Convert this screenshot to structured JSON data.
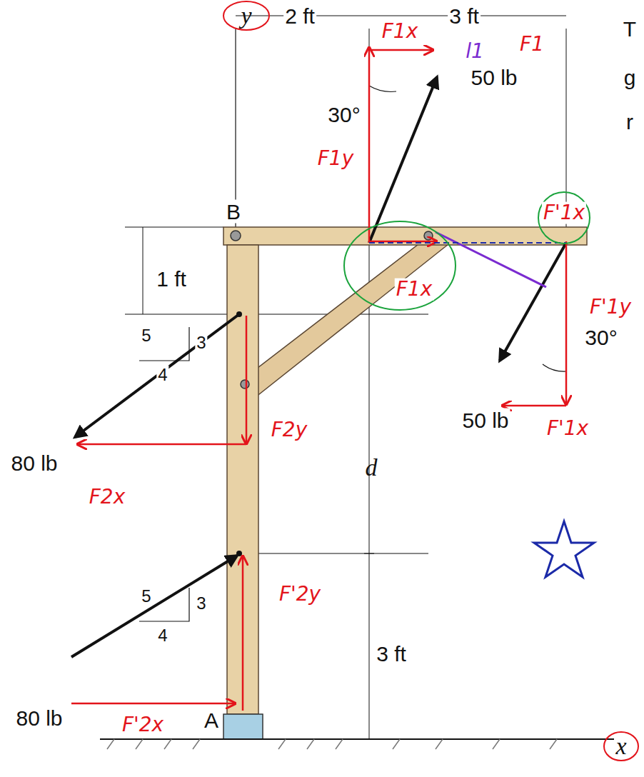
{
  "diagram": {
    "labels": [
      "y",
      "2 ft",
      "3 ft",
      "F1x",
      "F1",
      "30°",
      "50 lb",
      "l1",
      "F1y",
      "B",
      "F'1x",
      "1 ft",
      "F1x",
      "5",
      "3",
      "4",
      "F'1y",
      "30°",
      "80 lb",
      "F2x",
      "F2y",
      "d",
      "50 lb",
      "F'1x",
      "5",
      "3",
      "4",
      "F'2y",
      "3 ft",
      "80 lb",
      "F'2x",
      "A",
      "x",
      "T",
      "g",
      "r"
    ]
  }
}
